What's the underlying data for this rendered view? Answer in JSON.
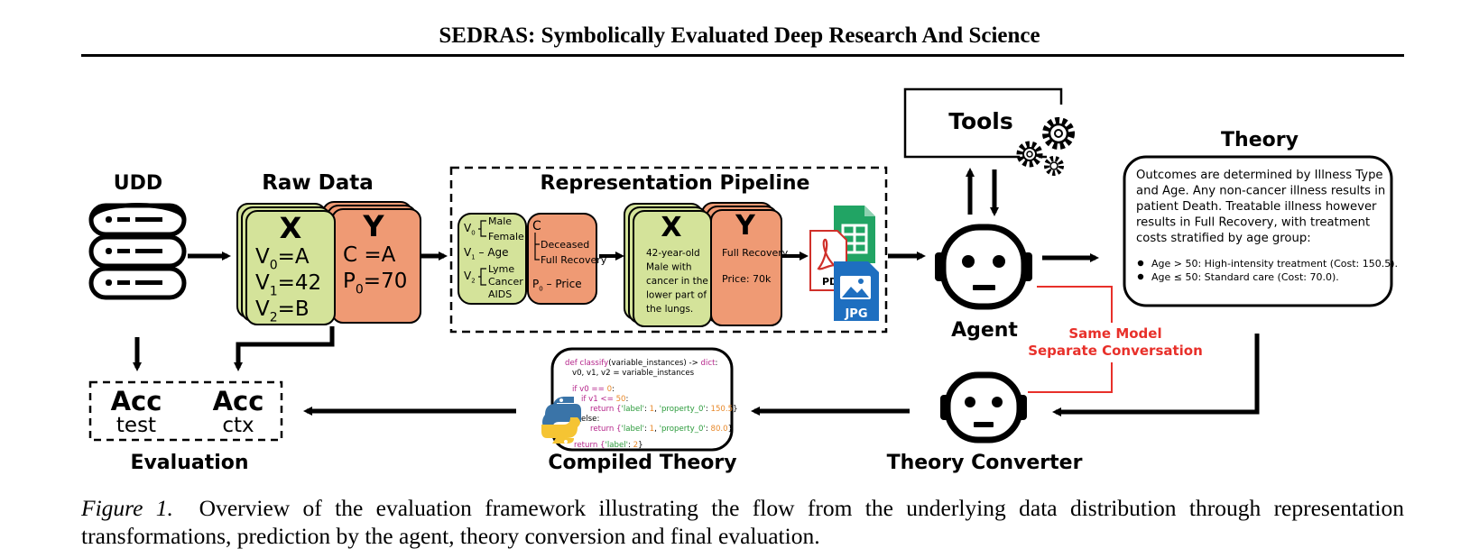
{
  "header": {
    "title": "SEDRAS: Symbolically Evaluated Deep Research And Science"
  },
  "diagram": {
    "udd_label": "UDD",
    "raw_data": {
      "label": "Raw Data",
      "x_header": "X",
      "y_header": "Y",
      "x_lines": [
        {
          "pre": "V",
          "sub": "0",
          "post": "=A"
        },
        {
          "pre": "V",
          "sub": "1",
          "post": "=42"
        },
        {
          "pre": "V",
          "sub": "2",
          "post": "=B"
        }
      ],
      "y_lines": [
        {
          "pre": "C =A",
          "sub": "",
          "post": ""
        },
        {
          "pre": "P",
          "sub": "0",
          "post": "=70"
        }
      ]
    },
    "pipeline": {
      "title": "Representation Pipeline",
      "tree_x": {
        "v0": {
          "pre": "V",
          "sub": "0",
          "post": ""
        },
        "v0_items": [
          "Male",
          "Female"
        ],
        "v1": {
          "pre": "V",
          "sub": "1",
          "post": " – Age"
        },
        "v2": {
          "pre": "V",
          "sub": "2",
          "post": ""
        },
        "v2_items": [
          "Lyme",
          "Cancer",
          "AIDS"
        ]
      },
      "tree_y": {
        "c": "C",
        "c_items": [
          "Deceased",
          "Full Recovery"
        ],
        "p": {
          "pre": "P",
          "sub": "0",
          "post": " – Price"
        }
      },
      "x_header": "X",
      "y_header": "Y",
      "x_text": [
        "42-year-old",
        "Male with",
        "cancer in the",
        "lower part of",
        "the lungs."
      ],
      "y_text": [
        "Full Recovery",
        "Price: 70k"
      ],
      "format_labels": {
        "pdf": "PDF",
        "jpg": "JPG"
      }
    },
    "tools_label": "Tools",
    "agent_label": "Agent",
    "theory": {
      "title": "Theory",
      "lines": [
        "Outcomes are determined by Illness Type",
        "and Age. Any non-cancer illness results in",
        "patient Death. Treatable illness however",
        "results in Full Recovery, with treatment",
        "costs stratified by age group:"
      ],
      "bullets": [
        "Age > 50: High-intensity treatment (Cost: 150.5).",
        "Age ≤ 50: Standard care (Cost: 70.0)."
      ]
    },
    "same_model": [
      "Same Model",
      "Separate Conversation"
    ],
    "theory_converter_label": "Theory Converter",
    "compiled_theory": {
      "label": "Compiled Theory",
      "code": {
        "l1": [
          "def ",
          "classify",
          "(variable_instances) -> ",
          "dict",
          ":"
        ],
        "l2": "v0, v1, v2 = variable_instances",
        "l3": [
          "if v0 == ",
          "0",
          ":"
        ],
        "l4": [
          "if v1 <= ",
          "50",
          ":"
        ],
        "l5": [
          "return {",
          "'label'",
          ": ",
          "1",
          ", ",
          "'property_0'",
          ": ",
          "150.5",
          "}"
        ],
        "l6": "else:",
        "l7": [
          "return {",
          "'label'",
          ": ",
          "1",
          ", ",
          "'property_0'",
          ": ",
          "80.0",
          "}"
        ],
        "l8": [
          "return {",
          "'label'",
          ": ",
          "2",
          "}"
        ]
      }
    },
    "evaluation": {
      "label": "Evaluation",
      "acc1": [
        "Acc",
        "test"
      ],
      "acc2": [
        "Acc",
        "ctx"
      ]
    },
    "colors": {
      "x_green": "#d4e39a",
      "y_orange": "#ef9a74",
      "same_model_red": "#e8302a",
      "code_keyword": "#b5258a",
      "code_number": "#e8892b",
      "code_string": "#2a9a3a"
    },
    "icons": [
      "database-icon",
      "tools-box",
      "gear-icon",
      "robot-icon",
      "sheets-icon",
      "pdf-icon",
      "jpg-icon",
      "python-logo"
    ]
  },
  "caption": {
    "label": "Figure 1.",
    "text": "Overview of the evaluation framework illustrating the flow from the underlying data distribution through representation transformations, prediction by the agent, theory conversion and final evaluation."
  }
}
